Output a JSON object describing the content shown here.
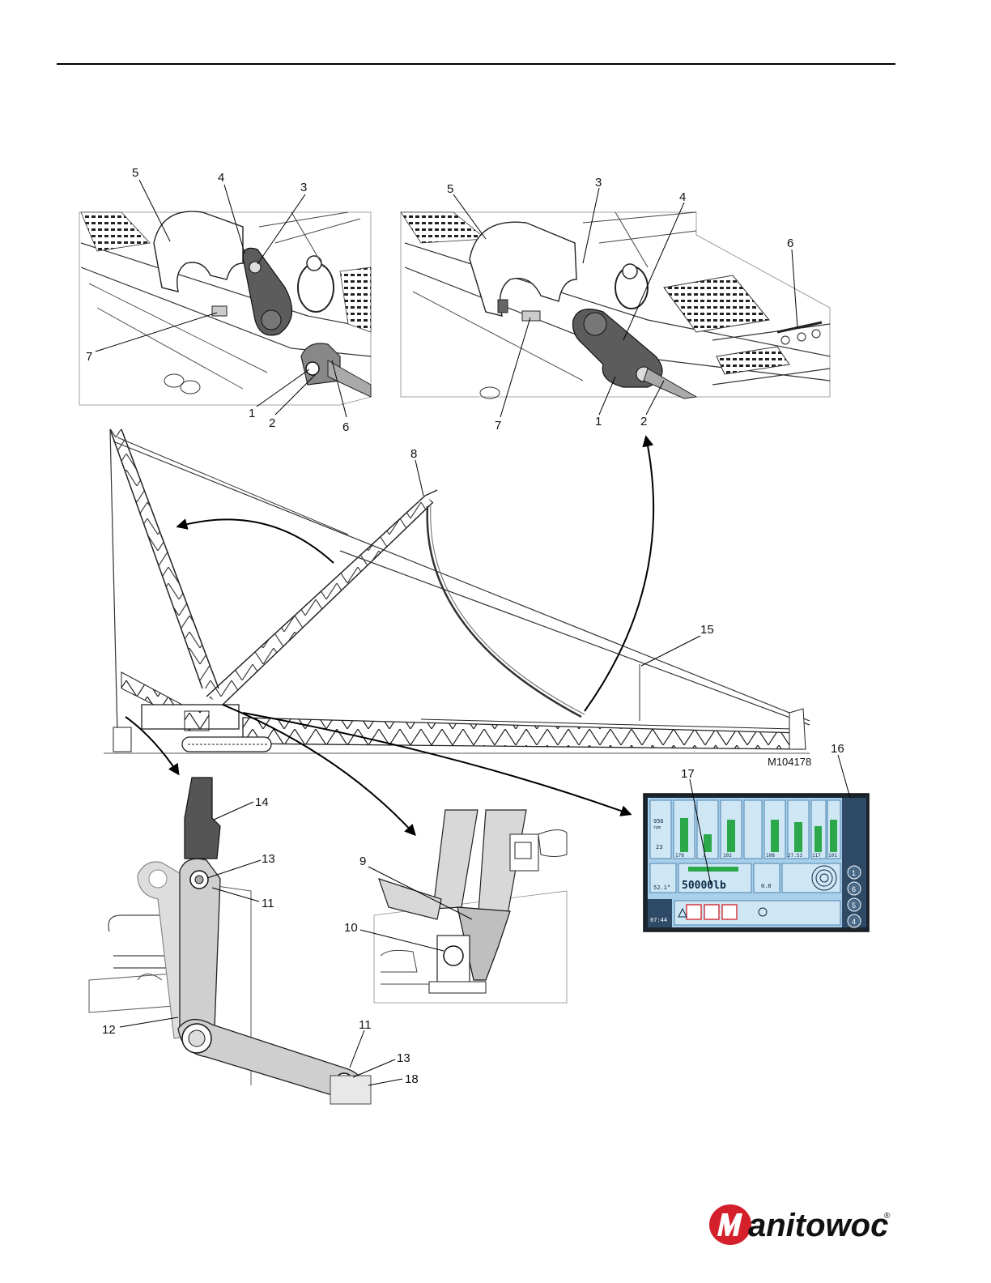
{
  "figure": {
    "id": "M104178",
    "callouts": {
      "tl": [
        "5",
        "4",
        "3",
        "7",
        "1",
        "2",
        "6"
      ],
      "tr": [
        "5",
        "3",
        "4",
        "6",
        "7",
        "1",
        "2"
      ],
      "main": [
        "8",
        "15",
        "16",
        "17"
      ],
      "bl": [
        "14",
        "13",
        "11",
        "12",
        "11",
        "13",
        "18"
      ],
      "bm": [
        "9",
        "10"
      ]
    }
  },
  "display": {
    "rpm": "956",
    "rpm_unit": "rpm",
    "temp_a": "23",
    "gauges": [
      "178",
      "1",
      "102",
      "108",
      "27.53",
      "117",
      "101"
    ],
    "angle": "52.1°",
    "load": "50000lb",
    "small_value": "0.0",
    "time": "07:44",
    "side_buttons": [
      "1",
      "6",
      "5",
      "4"
    ]
  },
  "brand": {
    "name": "Manitowoc",
    "mark": "®",
    "color": "#d4202a"
  }
}
